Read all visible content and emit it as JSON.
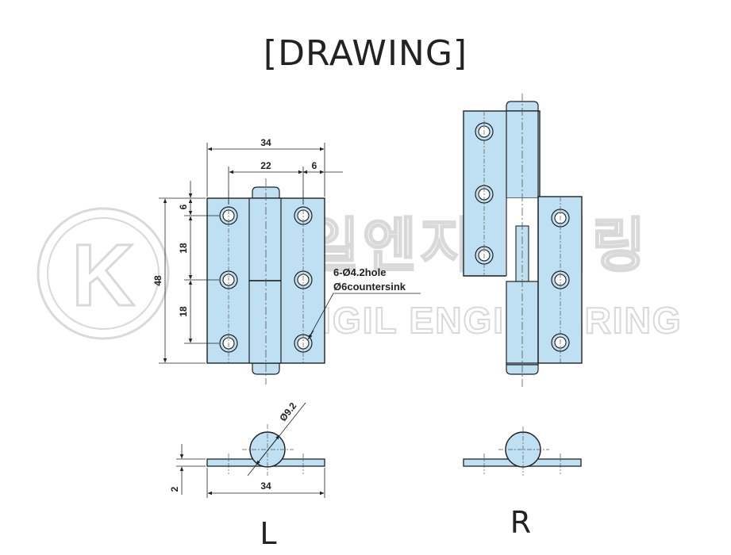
{
  "title": "[DRAWING]",
  "watermark": {
    "logo_letter": "K",
    "korean": "광일엔지니어링",
    "english": "KWANGIL ENGINEERING"
  },
  "dimensions": {
    "overall_width": "34",
    "pin_to_hole": "22",
    "edge_to_hole": "6",
    "top_offset": "6",
    "hole_pitch_1": "18",
    "hole_pitch_2": "18",
    "overall_height": "48",
    "knuckle_diameter": "Ø9.2",
    "plate_thickness": "2",
    "bottom_width": "34"
  },
  "notes": {
    "hole_spec": "6-Ø4.2hole",
    "countersink_spec": "Ø6countersink"
  },
  "view_labels": {
    "left": "L",
    "right": "R"
  },
  "colors": {
    "part_fill": "#bfe0f2",
    "outline": "#222222",
    "watermark": "#d9d9d9"
  }
}
